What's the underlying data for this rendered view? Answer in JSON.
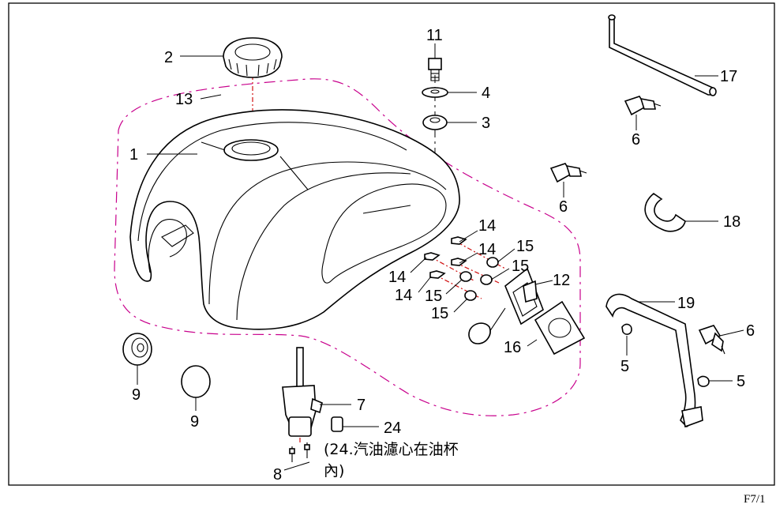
{
  "diagram": {
    "labels": [
      {
        "id": "l1",
        "text": "1"
      },
      {
        "id": "l2",
        "text": "2"
      },
      {
        "id": "l13",
        "text": "13"
      },
      {
        "id": "l11",
        "text": "11"
      },
      {
        "id": "l4",
        "text": "4"
      },
      {
        "id": "l3",
        "text": "3"
      },
      {
        "id": "l17",
        "text": "17"
      },
      {
        "id": "l6a",
        "text": "6"
      },
      {
        "id": "l6b",
        "text": "6"
      },
      {
        "id": "l18",
        "text": "18"
      },
      {
        "id": "l14a",
        "text": "14"
      },
      {
        "id": "l14b",
        "text": "14"
      },
      {
        "id": "l14c",
        "text": "14"
      },
      {
        "id": "l14d",
        "text": "14"
      },
      {
        "id": "l15a",
        "text": "15"
      },
      {
        "id": "l15b",
        "text": "15"
      },
      {
        "id": "l15c",
        "text": "15"
      },
      {
        "id": "l15d",
        "text": "15"
      },
      {
        "id": "l12",
        "text": "12"
      },
      {
        "id": "l16",
        "text": "16"
      },
      {
        "id": "l19",
        "text": "19"
      },
      {
        "id": "l6c",
        "text": "6"
      },
      {
        "id": "l5a",
        "text": "5"
      },
      {
        "id": "l5b",
        "text": "5"
      },
      {
        "id": "l9a",
        "text": "9"
      },
      {
        "id": "l9b",
        "text": "9"
      },
      {
        "id": "l7",
        "text": "7"
      },
      {
        "id": "l24",
        "text": "24"
      },
      {
        "id": "l8",
        "text": "8"
      }
    ],
    "note_line1": "(24.汽油濾心在油杯",
    "note_line2": "內)",
    "page_number": "F7/1"
  }
}
